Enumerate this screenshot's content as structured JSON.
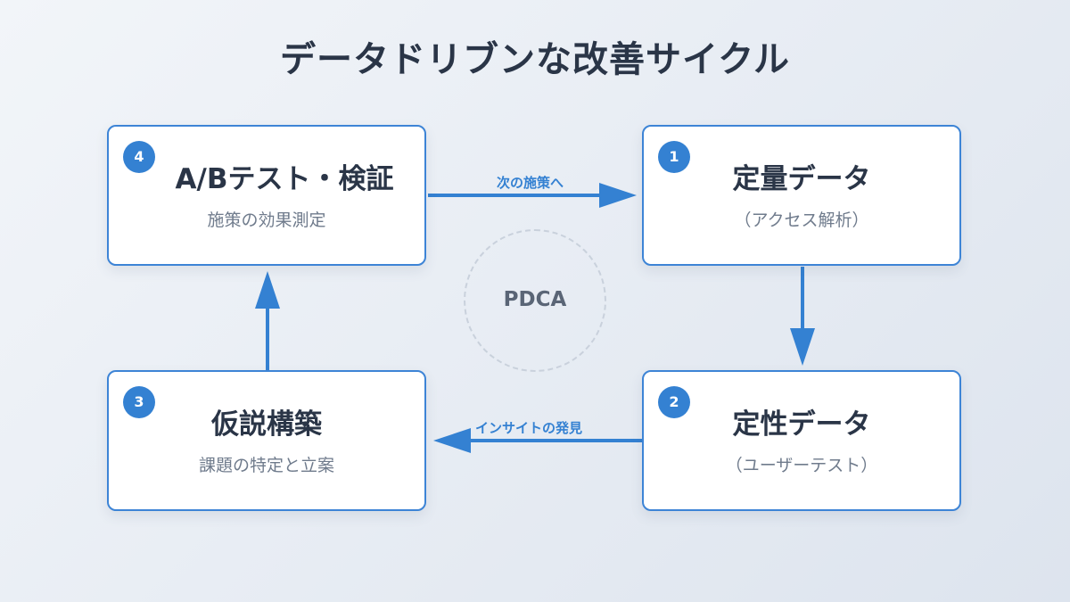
{
  "title": "データドリブンな改善サイクル",
  "center": {
    "label": "PDCA"
  },
  "steps": [
    {
      "number": "1",
      "title": "定量データ",
      "subtitle": "（アクセス解析）"
    },
    {
      "number": "2",
      "title": "定性データ",
      "subtitle": "（ユーザーテスト）"
    },
    {
      "number": "3",
      "title": "仮説構築",
      "subtitle": "課題の特定と立案"
    },
    {
      "number": "4",
      "title": "A/Bテスト・検証",
      "subtitle": "施策の効果測定"
    }
  ],
  "edges": {
    "top_label": "次の施策へ",
    "bottom_label": "インサイトの発見"
  },
  "colors": {
    "accent": "#3481d2",
    "title_text": "#2a3547",
    "subtitle_text": "#6f7b8c",
    "circle_dash": "#c9d1dc"
  }
}
